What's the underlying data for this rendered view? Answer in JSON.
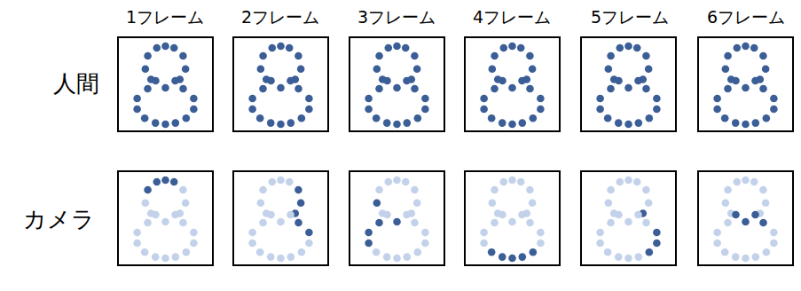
{
  "diagram": {
    "labels": [
      "1フレーム",
      "2フレーム",
      "3フレーム",
      "4フレーム",
      "5フレーム",
      "6フレーム",
      "人間",
      "カメラ"
    ]
  }
}
